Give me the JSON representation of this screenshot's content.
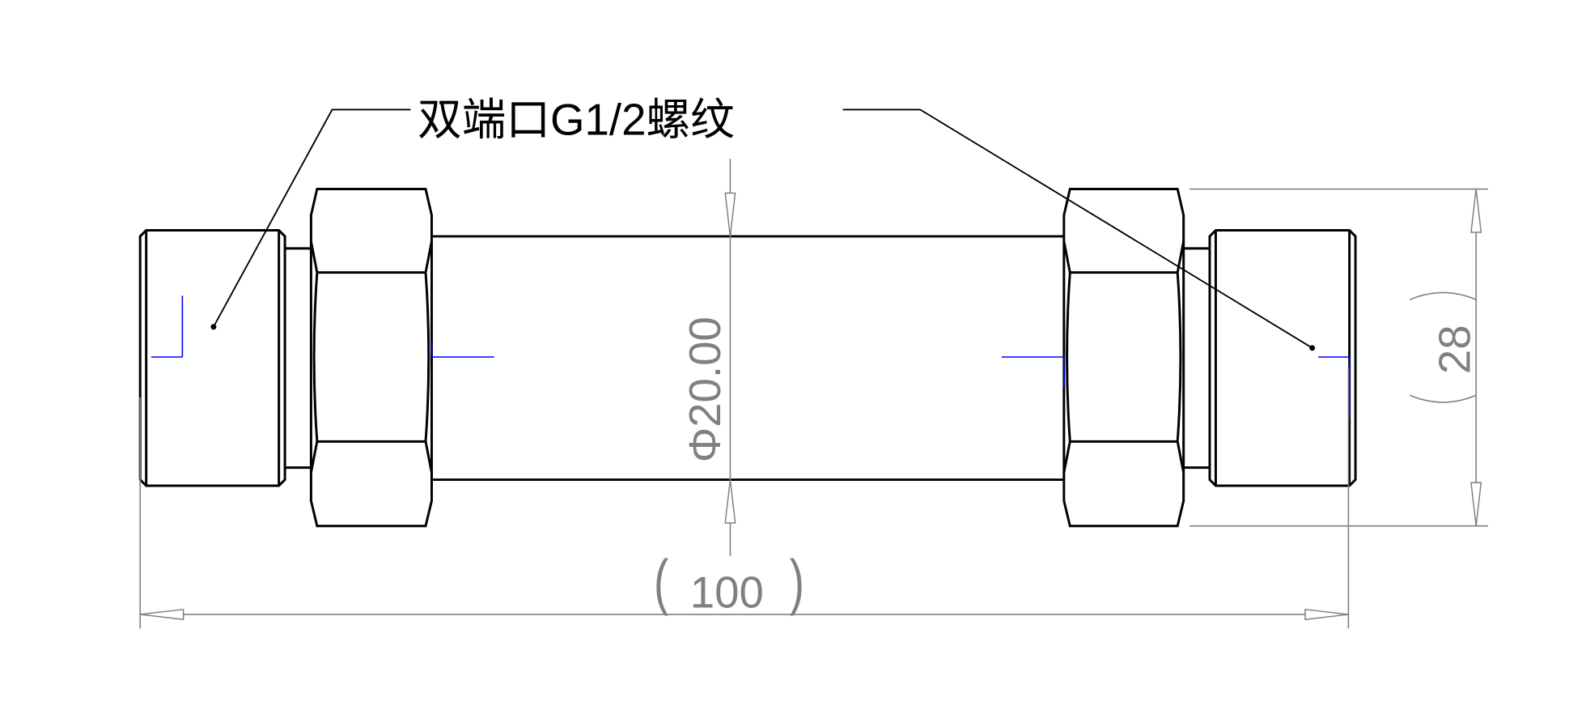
{
  "annotation": {
    "thread_label": "双端口G1/2螺纹"
  },
  "dimensions": {
    "overall_length": "100",
    "overall_length_open": "(",
    "overall_length_close": ")",
    "height": "28",
    "height_open": "(",
    "height_close": ")",
    "tube_diameter": "Φ20.00"
  },
  "colors": {
    "part": "#000000",
    "dimension": "#808080",
    "centermark": "#0000ff"
  }
}
